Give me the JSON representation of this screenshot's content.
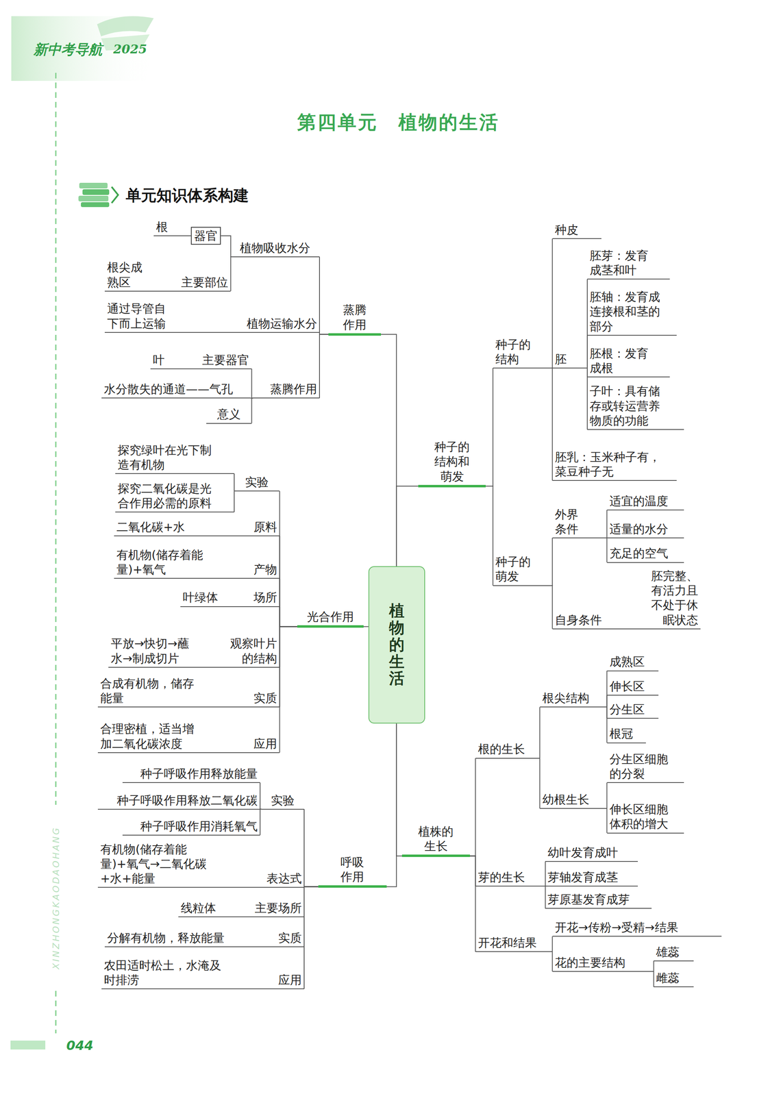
{
  "diagram": {
    "title": "第四单元　植物的生活",
    "nodes": [
      {
        "text": [
          "植物的生活"
        ]
      },
      {
        "text": [
          "蒸腾作用"
        ]
      },
      {
        "text": [
          "植物吸收水分"
        ]
      },
      {
        "text": [
          "器官"
        ]
      },
      {
        "text": [
          "根"
        ]
      },
      {
        "text": [
          "根尖成熟区",
          "主要部位"
        ]
      },
      {
        "text": [
          "通过导管自下而上运输",
          "植物运输水分"
        ]
      },
      {
        "text": [
          "蒸腾作用"
        ]
      },
      {
        "text": [
          "叶",
          "主要器官"
        ]
      },
      {
        "text": [
          "水分散失的通道——气孔"
        ]
      },
      {
        "text": [
          "意义"
        ]
      },
      {
        "text": [
          "光合作用"
        ]
      },
      {
        "text": [
          "实验"
        ]
      },
      {
        "text": [
          "探究绿叶在光下制造有机物"
        ]
      },
      {
        "text": [
          "探究二氧化碳是光合作用必需的原料"
        ]
      },
      {
        "text": [
          "二氧化碳+水",
          "原料"
        ]
      },
      {
        "text": [
          "有机物(储存着能量)+氧气",
          "产物"
        ]
      },
      {
        "text": [
          "叶绿体",
          "场所"
        ]
      },
      {
        "text": [
          "平放→快切→蘸水→制成切片",
          "观察叶片的结构"
        ]
      },
      {
        "text": [
          "合成有机物，储存能量",
          "实质"
        ]
      },
      {
        "text": [
          "合理密植，适当增加二氧化碳浓度",
          "应用"
        ]
      },
      {
        "text": [
          "呼吸作用"
        ]
      },
      {
        "text": [
          "实验"
        ]
      },
      {
        "text": [
          "种子呼吸作用释放能量"
        ]
      },
      {
        "text": [
          "种子呼吸作用释放二氧化碳"
        ]
      },
      {
        "text": [
          "种子呼吸作用消耗氧气"
        ]
      },
      {
        "text": [
          "有机物(储存着能量)+氧气→二氧化碳+水+能量",
          "表达式"
        ]
      },
      {
        "text": [
          "线粒体",
          "主要场所"
        ]
      },
      {
        "text": [
          "分解有机物，释放能量",
          "实质"
        ]
      },
      {
        "text": [
          "农田适时松土，水淹及时排涝",
          "应用"
        ]
      },
      {
        "text": [
          "种子的结构和萌发"
        ]
      },
      {
        "text": [
          "种子的结构"
        ]
      },
      {
        "text": [
          "种皮"
        ]
      },
      {
        "text": [
          "胚"
        ]
      },
      {
        "text": [
          "胚芽：发育成茎和叶"
        ]
      },
      {
        "text": [
          "胚轴：发育成连接根和茎的部分"
        ]
      },
      {
        "text": [
          "胚根：发育成根"
        ]
      },
      {
        "text": [
          "子叶：具有储存或转运营养物质的功能"
        ]
      },
      {
        "text": [
          "胚乳：玉米种子有，菜豆种子无"
        ]
      },
      {
        "text": [
          "种子的萌发"
        ]
      },
      {
        "text": [
          "外界条件"
        ]
      },
      {
        "text": [
          "适宜的温度"
        ]
      },
      {
        "text": [
          "适量的水分"
        ]
      },
      {
        "text": [
          "充足的空气"
        ]
      },
      {
        "text": [
          "自身条件",
          "胚完整、有活力且不处于休眠状态"
        ]
      },
      {
        "text": [
          "植株的生长"
        ]
      },
      {
        "text": [
          "根的生长"
        ]
      },
      {
        "text": [
          "根尖结构"
        ]
      },
      {
        "text": [
          "成熟区"
        ]
      },
      {
        "text": [
          "伸长区"
        ]
      },
      {
        "text": [
          "分生区"
        ]
      },
      {
        "text": [
          "根冠"
        ]
      },
      {
        "text": [
          "幼根生长"
        ]
      },
      {
        "text": [
          "分生区细胞的分裂"
        ]
      },
      {
        "text": [
          "伸长区细胞体积的增大"
        ]
      },
      {
        "text": [
          "芽的生长"
        ]
      },
      {
        "text": [
          "幼叶发育成叶"
        ]
      },
      {
        "text": [
          "芽轴发育成茎"
        ]
      },
      {
        "text": [
          "芽原基发育成芽"
        ]
      },
      {
        "text": [
          "开花和结果"
        ]
      },
      {
        "text": [
          "开花→传粉→受精→结果"
        ]
      },
      {
        "text": [
          "花的主要结构"
        ]
      },
      {
        "text": [
          "雄蕊"
        ]
      },
      {
        "text": [
          "雌蕊"
        ]
      }
    ],
    "edges": [
      {
        "from": 0,
        "to": 1,
        "arrow": "none"
      },
      {
        "from": 0,
        "to": 11,
        "arrow": "none"
      },
      {
        "from": 0,
        "to": 21,
        "arrow": "none"
      },
      {
        "from": 0,
        "to": 30,
        "arrow": "none"
      },
      {
        "from": 0,
        "to": 45,
        "arrow": "none"
      },
      {
        "from": 1,
        "to": 2,
        "arrow": "none"
      },
      {
        "from": 1,
        "to": 6,
        "arrow": "none"
      },
      {
        "from": 1,
        "to": 7,
        "arrow": "none"
      },
      {
        "from": 2,
        "to": 3,
        "arrow": "none"
      },
      {
        "from": 2,
        "to": 5,
        "arrow": "none"
      },
      {
        "from": 3,
        "to": 4,
        "arrow": "none"
      },
      {
        "from": 7,
        "to": 8,
        "arrow": "none"
      },
      {
        "from": 7,
        "to": 9,
        "arrow": "none"
      },
      {
        "from": 7,
        "to": 10,
        "arrow": "none"
      },
      {
        "from": 11,
        "to": 12,
        "arrow": "none"
      },
      {
        "from": 11,
        "to": 15,
        "arrow": "none"
      },
      {
        "from": 11,
        "to": 16,
        "arrow": "none"
      },
      {
        "from": 11,
        "to": 17,
        "arrow": "none"
      },
      {
        "from": 11,
        "to": 18,
        "arrow": "none"
      },
      {
        "from": 11,
        "to": 19,
        "arrow": "none"
      },
      {
        "from": 11,
        "to": 20,
        "arrow": "none"
      },
      {
        "from": 12,
        "to": 13,
        "arrow": "none"
      },
      {
        "from": 12,
        "to": 14,
        "arrow": "none"
      },
      {
        "from": 21,
        "to": 22,
        "arrow": "none"
      },
      {
        "from": 21,
        "to": 26,
        "arrow": "none"
      },
      {
        "from": 21,
        "to": 27,
        "arrow": "none"
      },
      {
        "from": 21,
        "to": 28,
        "arrow": "none"
      },
      {
        "from": 21,
        "to": 29,
        "arrow": "none"
      },
      {
        "from": 22,
        "to": 23,
        "arrow": "none"
      },
      {
        "from": 22,
        "to": 24,
        "arrow": "none"
      },
      {
        "from": 22,
        "to": 25,
        "arrow": "none"
      },
      {
        "from": 30,
        "to": 31,
        "arrow": "none"
      },
      {
        "from": 30,
        "to": 39,
        "arrow": "none"
      },
      {
        "from": 31,
        "to": 32,
        "arrow": "none"
      },
      {
        "from": 31,
        "to": 33,
        "arrow": "none"
      },
      {
        "from": 31,
        "to": 38,
        "arrow": "none"
      },
      {
        "from": 33,
        "to": 34,
        "arrow": "none"
      },
      {
        "from": 33,
        "to": 35,
        "arrow": "none"
      },
      {
        "from": 33,
        "to": 36,
        "arrow": "none"
      },
      {
        "from": 33,
        "to": 37,
        "arrow": "none"
      },
      {
        "from": 39,
        "to": 40,
        "arrow": "none"
      },
      {
        "from": 39,
        "to": 44,
        "arrow": "none"
      },
      {
        "from": 40,
        "to": 41,
        "arrow": "none"
      },
      {
        "from": 40,
        "to": 42,
        "arrow": "none"
      },
      {
        "from": 40,
        "to": 43,
        "arrow": "none"
      },
      {
        "from": 45,
        "to": 46,
        "arrow": "none"
      },
      {
        "from": 45,
        "to": 55,
        "arrow": "none"
      },
      {
        "from": 45,
        "to": 59,
        "arrow": "none"
      },
      {
        "from": 46,
        "to": 47,
        "arrow": "none"
      },
      {
        "from": 46,
        "to": 52,
        "arrow": "none"
      },
      {
        "from": 47,
        "to": 48,
        "arrow": "none"
      },
      {
        "from": 47,
        "to": 49,
        "arrow": "none"
      },
      {
        "from": 47,
        "to": 50,
        "arrow": "none"
      },
      {
        "from": 47,
        "to": 51,
        "arrow": "none"
      },
      {
        "from": 52,
        "to": 53,
        "arrow": "none"
      },
      {
        "from": 52,
        "to": 54,
        "arrow": "none"
      },
      {
        "from": 55,
        "to": 56,
        "arrow": "none"
      },
      {
        "from": 55,
        "to": 57,
        "arrow": "none"
      },
      {
        "from": 55,
        "to": 58,
        "arrow": "none"
      },
      {
        "from": 59,
        "to": 60,
        "arrow": "none"
      },
      {
        "from": 59,
        "to": 61,
        "arrow": "none"
      },
      {
        "from": 61,
        "to": 62,
        "arrow": "none"
      },
      {
        "from": 61,
        "to": 63,
        "arrow": "none"
      }
    ],
    "labels": [
      "新中考导航",
      "2025",
      "单元知识体系构建",
      "XINZHONGKAODAOHANG",
      "044"
    ]
  }
}
